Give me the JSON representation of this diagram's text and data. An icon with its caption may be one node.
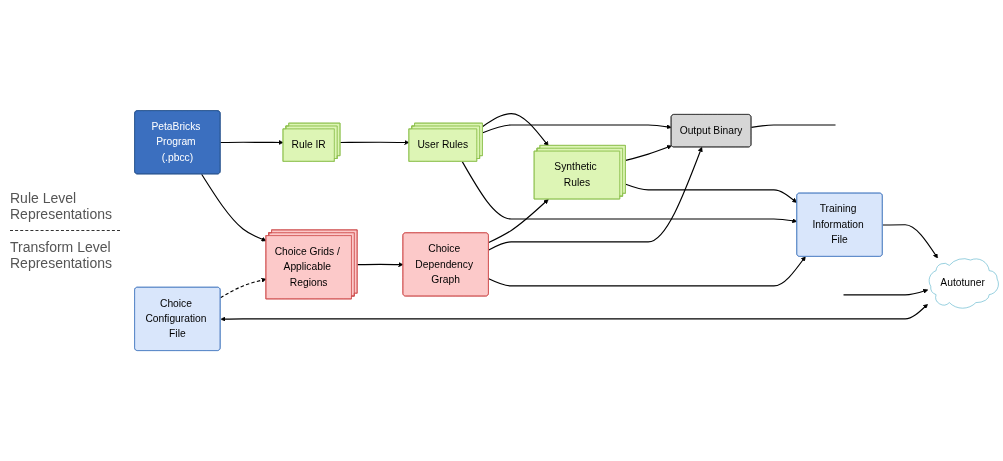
{
  "diagram": {
    "nodes": [
      {
        "text": [
          "PetaBricks Program (.pbcc)"
        ]
      },
      {
        "text": [
          "Rule IR"
        ]
      },
      {
        "text": [
          "User Rules"
        ]
      },
      {
        "text": [
          "Output Binary"
        ]
      },
      {
        "text": [
          "Synthetic Rules"
        ]
      },
      {
        "text": [
          "Choice Configuration File"
        ]
      },
      {
        "text": [
          "Training Information File"
        ]
      },
      {
        "text": [
          "Choice Grids / Applicable Regions"
        ]
      },
      {
        "text": [
          "Choice Dependency Graph"
        ]
      },
      {
        "text": [
          "Autotuner"
        ]
      }
    ],
    "edges": [
      {
        "from": 0,
        "to": 1,
        "arrow": "to"
      },
      {
        "from": 0,
        "to": 7,
        "arrow": "to"
      },
      {
        "from": 5,
        "to": 7,
        "arrow": "to",
        "style": "dashed"
      },
      {
        "from": 1,
        "to": 2,
        "arrow": "to"
      },
      {
        "from": 2,
        "to": 4,
        "arrow": "to"
      },
      {
        "from": 7,
        "to": 8,
        "arrow": "to"
      },
      {
        "from": 8,
        "to": 4,
        "arrow": "to"
      },
      {
        "from": 2,
        "to": 3,
        "arrow": "to"
      },
      {
        "from": 4,
        "to": 3,
        "arrow": "to"
      },
      {
        "from": 8,
        "to": 3,
        "arrow": "to"
      },
      {
        "from": 2,
        "to": 6,
        "arrow": "to"
      },
      {
        "from": 4,
        "to": 6,
        "arrow": "to"
      },
      {
        "from": 8,
        "to": 6,
        "arrow": "to"
      },
      {
        "from": 3,
        "to": null,
        "arrow": "none"
      },
      {
        "from": 6,
        "to": 9,
        "arrow": "to"
      },
      {
        "from": null,
        "to": 9,
        "arrow": "to"
      },
      {
        "from": 9,
        "to": 5,
        "arrow": "both"
      }
    ],
    "labels": [
      "Rule Level Representations",
      "Transform Level Representations"
    ]
  }
}
